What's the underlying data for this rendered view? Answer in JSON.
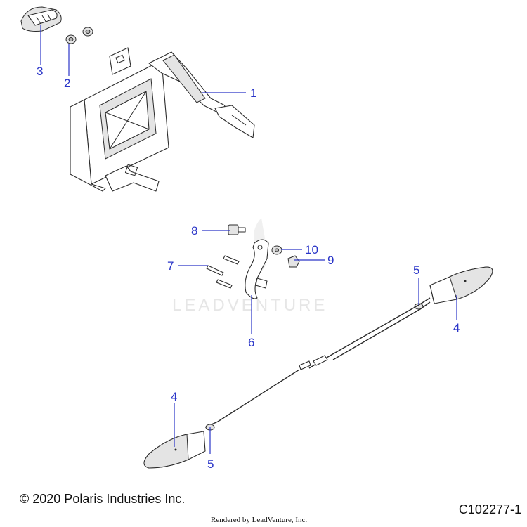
{
  "diagram": {
    "figure_id": "C102277-1",
    "copyright": "© 2020 Polaris Industries Inc.",
    "render_credit": "Rendered by LeadVenture, Inc.",
    "watermark": "LEADVENTURE",
    "callouts": {
      "c1": "1",
      "c2": "2",
      "c3": "3",
      "c4a": "4",
      "c4b": "4",
      "c5a": "5",
      "c5b": "5",
      "c6": "6",
      "c7": "7",
      "c8": "8",
      "c9": "9",
      "c10": "10"
    },
    "colors": {
      "callout": "#2a35c8",
      "line_art": "#2b2b2b"
    }
  }
}
